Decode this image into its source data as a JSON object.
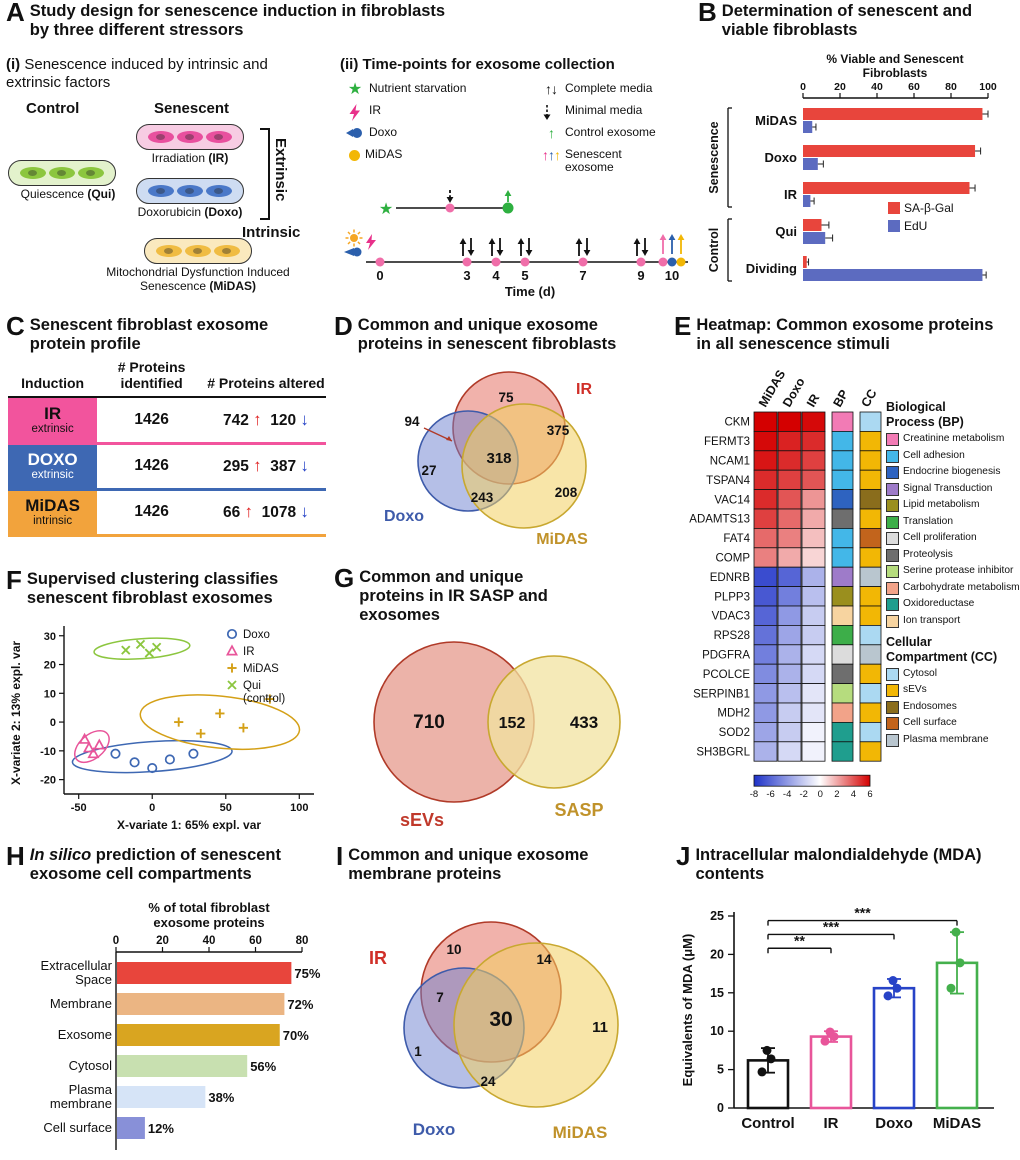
{
  "panelA": {
    "label": "A",
    "title": "Study design for senescence induction in fibroblasts by three different stressors",
    "sub_i": {
      "label": "(i)",
      "title": "Senescence induced by intrinsic and extrinsic factors",
      "col_control": "Control",
      "col_senescent": "Senescent",
      "conditions": [
        {
          "id": "ir",
          "name": "Irradiation",
          "abbr": "(IR)",
          "cell_color": "#E8509E",
          "bg": "#F7CCE3",
          "column": "senescent"
        },
        {
          "id": "qui",
          "name": "Quiescence",
          "abbr": "(Qui)",
          "cell_color": "#8CC63F",
          "bg": "#E3F2CC",
          "column": "control"
        },
        {
          "id": "doxo",
          "name": "Doxorubicin",
          "abbr": "(Doxo)",
          "cell_color": "#4A78C8",
          "bg": "#CEDCF2",
          "column": "senescent"
        },
        {
          "id": "midas",
          "name": "Mitochondrial Dysfunction Induced Senescence",
          "abbr": "(MiDAS)",
          "cell_color": "#F0BC42",
          "bg": "#FAE9BE",
          "column": "senescent"
        }
      ],
      "extrinsic_label": "Extrinsic",
      "intrinsic_label": "Intrinsic"
    },
    "sub_ii": {
      "label": "(ii)",
      "title": "Time-points for exosome collection",
      "legend_left": [
        {
          "icon": "star-icon",
          "label": "Nutrient starvation"
        },
        {
          "icon": "lightning-icon",
          "label": "IR"
        },
        {
          "icon": "doxo-icon",
          "label": "Doxo"
        },
        {
          "icon": "midas-icon",
          "label": "MiDAS"
        }
      ],
      "legend_right": [
        {
          "icon": "up-down-arrows-icon",
          "label": "Complete media"
        },
        {
          "icon": "dashed-down-arrow-icon",
          "label": "Minimal media"
        },
        {
          "icon": "green-up-arrow-icon",
          "label": "Control exosome"
        },
        {
          "icon": "colored-up-arrows-icon",
          "label": "Senescent exosome"
        }
      ],
      "tick_days": [
        "0",
        "3",
        "4",
        "5",
        "7",
        "9",
        "10"
      ],
      "axis_label": "Time (d)"
    }
  },
  "panelB": {
    "label": "B",
    "title": "Determination of senescent and viable fibroblasts"
  },
  "panelC": {
    "label": "C",
    "title": "Senescent fibroblast exosome protein profile",
    "headers": [
      "Induction",
      "# Proteins identified",
      "# Proteins altered"
    ],
    "rows": [
      {
        "name": "IR",
        "type": "extrinsic",
        "bg": "#F2549D",
        "text": "#111111",
        "identified": "1426",
        "up": "742",
        "down": "120"
      },
      {
        "name": "DOXO",
        "type": "extrinsic",
        "bg": "#3E68B3",
        "text": "#FFFFFF",
        "identified": "1426",
        "up": "295",
        "down": "387"
      },
      {
        "name": "MiDAS",
        "type": "intrinsic",
        "bg": "#F2A33C",
        "text": "#111111",
        "identified": "1426",
        "up": "66",
        "down": "1078"
      }
    ]
  },
  "panelD": {
    "label": "D",
    "title": "Common and unique exosome proteins in senescent fibroblasts"
  },
  "panelE": {
    "label": "E",
    "title": "Heatmap: Common exosome proteins in all senescence stimuli",
    "bp_title_lines": [
      "Biological",
      "Process (BP)"
    ],
    "cc_title_lines": [
      "Cellular",
      "Compartment (CC)"
    ]
  },
  "panelF": {
    "label": "F",
    "title": "Supervised clustering classifies senescent fibroblast exosomes"
  },
  "panelG": {
    "label": "G",
    "title": "Common and unique proteins in IR SASP and exosomes"
  },
  "panelH": {
    "label": "H",
    "title_italic": "In silico",
    "title_rest": " prediction of senescent exosome cell compartments"
  },
  "panelI": {
    "label": "I",
    "title": "Common and unique exosome membrane proteins"
  },
  "panelJ": {
    "label": "J",
    "title": "Intracellular malondialdehyde (MDA) contents"
  },
  "chart_data": [
    {
      "id": "B",
      "type": "bar",
      "orientation": "horizontal",
      "title_lines": [
        "% Viable and Senescent",
        "Fibroblasts"
      ],
      "categories": [
        "MiDAS",
        "Doxo",
        "IR",
        "Qui",
        "Dividing"
      ],
      "groups": [
        {
          "name": "Senescence",
          "rows": [
            0,
            2
          ]
        },
        {
          "name": "Control",
          "rows": [
            3,
            4
          ]
        }
      ],
      "series": [
        {
          "name": "SA-β-Gal",
          "color": "#E8453C",
          "values": [
            97,
            93,
            90,
            10,
            2
          ],
          "errors": [
            3,
            3,
            3,
            4,
            1
          ]
        },
        {
          "name": "EdU",
          "color": "#5C6BC0",
          "values": [
            5,
            8,
            4,
            12,
            97
          ],
          "errors": [
            2,
            3,
            2,
            4,
            2
          ]
        }
      ],
      "xlim": [
        0,
        100
      ],
      "xticks": [
        0,
        20,
        40,
        60,
        80,
        100
      ]
    },
    {
      "id": "D",
      "type": "venn3",
      "sets": [
        {
          "name": "IR",
          "color": "#E05545",
          "opacity": 0.45,
          "stroke": "#B03A28",
          "label_color": "#D02F28"
        },
        {
          "name": "Doxo",
          "color": "#6B7FD0",
          "opacity": 0.5,
          "stroke": "#3E5BAA",
          "label_color": "#3E5BAA"
        },
        {
          "name": "MiDAS",
          "color": "#F2D060",
          "opacity": 0.55,
          "stroke": "#C8A830",
          "label_color": "#C0922A"
        }
      ],
      "counts": {
        "ir": 75,
        "ir_doxo": 94,
        "ir_midas": 375,
        "center": 318,
        "doxo": 27,
        "doxo_midas": 243,
        "midas": 208
      }
    },
    {
      "id": "E",
      "type": "heatmap",
      "columns": [
        "MiDAS",
        "Doxo",
        "IR"
      ],
      "annotation_columns": [
        "BP",
        "CC"
      ],
      "rows": [
        {
          "gene": "CKM",
          "values": [
            6,
            6,
            5.8
          ],
          "bp": "Creatinine metabolism",
          "cc": "Cytosol"
        },
        {
          "gene": "FERMT3",
          "values": [
            5.8,
            5.2,
            5
          ],
          "bp": "Cell adhesion",
          "cc": "sEVs"
        },
        {
          "gene": "NCAM1",
          "values": [
            5.5,
            5,
            4.5
          ],
          "bp": "Cell adhesion",
          "cc": "sEVs"
        },
        {
          "gene": "TSPAN4",
          "values": [
            5,
            4.5,
            4
          ],
          "bp": "Cell adhesion",
          "cc": "sEVs"
        },
        {
          "gene": "VAC14",
          "values": [
            5,
            4,
            2.5
          ],
          "bp": "Endocrine biogenesis",
          "cc": "Endosomes"
        },
        {
          "gene": "ADAMTS13",
          "values": [
            4.5,
            3.5,
            2
          ],
          "bp": "Proteolysis",
          "cc": "sEVs"
        },
        {
          "gene": "FAT4",
          "values": [
            3.5,
            3,
            1.5
          ],
          "bp": "Cell adhesion",
          "cc": "Cell surface"
        },
        {
          "gene": "COMP",
          "values": [
            3,
            2,
            1
          ],
          "bp": "Cell adhesion",
          "cc": "sEVs"
        },
        {
          "gene": "EDNRB",
          "values": [
            -7,
            -6,
            -3
          ],
          "bp": "Signal Transduction",
          "cc": "Plasma membrane"
        },
        {
          "gene": "PLPP3",
          "values": [
            -6.5,
            -5,
            -2.5
          ],
          "bp": "Lipid metabolism",
          "cc": "sEVs"
        },
        {
          "gene": "VDAC3",
          "values": [
            -6,
            -4,
            -2
          ],
          "bp": "Ion transport",
          "cc": "sEVs"
        },
        {
          "gene": "RPS28",
          "values": [
            -5.5,
            -3.5,
            -2
          ],
          "bp": "Translation",
          "cc": "Cytosol"
        },
        {
          "gene": "PDGFRA",
          "values": [
            -5,
            -3,
            -1.5
          ],
          "bp": "Cell proliferation",
          "cc": "Plasma membrane"
        },
        {
          "gene": "PCOLCE",
          "values": [
            -4.5,
            -3,
            -1.5
          ],
          "bp": "Proteolysis",
          "cc": "sEVs"
        },
        {
          "gene": "SERPINB1",
          "values": [
            -4,
            -2.5,
            -1
          ],
          "bp": "Serine protease inhibitor",
          "cc": "Cytosol"
        },
        {
          "gene": "MDH2",
          "values": [
            -4,
            -2,
            -1
          ],
          "bp": "Carbohydrate metabolism",
          "cc": "sEVs"
        },
        {
          "gene": "SOD2",
          "values": [
            -3.5,
            -2,
            -0.5
          ],
          "bp": "Oxidoreductase",
          "cc": "Cytosol"
        },
        {
          "gene": "SH3BGRL",
          "values": [
            -3,
            -1.5,
            -0.5
          ],
          "bp": "Oxidoreductase",
          "cc": "sEVs"
        }
      ],
      "scale": {
        "min": -8,
        "max": 6,
        "ticks": [
          -8,
          -6,
          -4,
          -2,
          0,
          2,
          4,
          6
        ]
      },
      "bp_categories": [
        {
          "name": "Creatinine metabolism",
          "color": "#F27BB5"
        },
        {
          "name": "Cell adhesion",
          "color": "#43B7E8"
        },
        {
          "name": "Endocrine biogenesis",
          "color": "#2E63C0"
        },
        {
          "name": "Signal Transduction",
          "color": "#9E7BC9"
        },
        {
          "name": "Lipid metabolism",
          "color": "#9A8F1E"
        },
        {
          "name": "Translation",
          "color": "#3DAE49"
        },
        {
          "name": "Cell proliferation",
          "color": "#DCDCDC"
        },
        {
          "name": "Proteolysis",
          "color": "#6E6E6E"
        },
        {
          "name": "Serine protease inhibitor",
          "color": "#B6DC7E"
        },
        {
          "name": "Carbohydrate metabolism",
          "color": "#F2A389"
        },
        {
          "name": "Oxidoreductase",
          "color": "#1F9E8E"
        },
        {
          "name": "Ion transport",
          "color": "#F7D4A0"
        }
      ],
      "cc_categories": [
        {
          "name": "Cytosol",
          "color": "#ABD9F2"
        },
        {
          "name": "sEVs",
          "color": "#F2B705"
        },
        {
          "name": "Endosomes",
          "color": "#8A6D1C"
        },
        {
          "name": "Cell surface",
          "color": "#C2641C"
        },
        {
          "name": "Plasma membrane",
          "color": "#B9C6CF"
        }
      ]
    },
    {
      "id": "F",
      "type": "scatter",
      "xlabel": "X-variate 1: 65% expl. var",
      "ylabel": "X-variate 2: 13% expl. var",
      "xlim": [
        -60,
        110
      ],
      "ylim": [
        -25,
        32
      ],
      "xticks": [
        -50,
        0,
        50,
        100
      ],
      "yticks": [
        -20,
        -10,
        0,
        10,
        20,
        30
      ],
      "series": [
        {
          "name": "Doxo",
          "legend_lines": [
            "Doxo"
          ],
          "marker": "circle",
          "color": "#3E68B3",
          "points": [
            [
              -25,
              -11
            ],
            [
              -12,
              -14
            ],
            [
              0,
              -16
            ],
            [
              12,
              -13
            ],
            [
              28,
              -11
            ]
          ],
          "ellipse": {
            "cx": 0,
            "cy": -12,
            "rx": 80,
            "ry": 15,
            "angle": -4
          }
        },
        {
          "name": "IR",
          "legend_lines": [
            "IR"
          ],
          "marker": "triangle",
          "color": "#E8559A",
          "points": [
            [
              -46,
              -6
            ],
            [
              -43,
              -9
            ],
            [
              -40,
              -11
            ],
            [
              -36,
              -8
            ]
          ],
          "ellipse": {
            "cx": -41,
            "cy": -8.5,
            "rx": 20,
            "ry": 12,
            "angle": -40
          }
        },
        {
          "name": "MiDAS",
          "legend_lines": [
            "MiDAS"
          ],
          "marker": "plus",
          "color": "#D4A017",
          "points": [
            [
              18,
              0
            ],
            [
              33,
              -4
            ],
            [
              46,
              3
            ],
            [
              62,
              -2
            ],
            [
              80,
              8
            ]
          ],
          "ellipse": {
            "cx": 46,
            "cy": 0,
            "rx": 80,
            "ry": 26,
            "angle": 6
          }
        },
        {
          "name": "Qui (control)",
          "legend_lines": [
            "Qui",
            "(control)"
          ],
          "marker": "x",
          "color": "#8CC63F",
          "points": [
            [
              -18,
              25
            ],
            [
              -8,
              27
            ],
            [
              -2,
              24
            ],
            [
              3,
              26
            ]
          ],
          "ellipse": {
            "cx": -7,
            "cy": 25.5,
            "rx": 48,
            "ry": 10,
            "angle": -4
          }
        }
      ]
    },
    {
      "id": "G",
      "type": "venn2",
      "sets": [
        {
          "name": "sEVs",
          "color": "#E08070",
          "opacity": 0.6,
          "stroke": "#B03A28",
          "label_color": "#C0392B"
        },
        {
          "name": "SASP",
          "color": "#F2E3A0",
          "opacity": 0.75,
          "stroke": "#C8A830",
          "label_color": "#C0922A"
        }
      ],
      "counts": {
        "left": 710,
        "overlap": 152,
        "right": 433
      }
    },
    {
      "id": "H",
      "type": "bar",
      "orientation": "horizontal",
      "title_lines": [
        "% of total  fibroblast",
        "exosome proteins"
      ],
      "categories": [
        "Extracellular\nSpace",
        "Membrane",
        "Exosome",
        "Cytosol",
        "Plasma\nmembrane",
        "Cell surface"
      ],
      "values": [
        75,
        72,
        70,
        56,
        38,
        12
      ],
      "value_labels": [
        "75%",
        "72%",
        "70%",
        "56%",
        "38%",
        "12%"
      ],
      "colors": [
        "#E8453C",
        "#EBB583",
        "#D9A520",
        "#C8E0B0",
        "#D6E4F7",
        "#8890D8"
      ],
      "xlim": [
        0,
        80
      ],
      "xticks": [
        0,
        20,
        40,
        60,
        80
      ]
    },
    {
      "id": "I",
      "type": "venn3",
      "sets": [
        {
          "name": "IR",
          "color": "#E05545",
          "opacity": 0.45,
          "stroke": "#B03A28",
          "label_color": "#D02F28"
        },
        {
          "name": "Doxo",
          "color": "#6B7FD0",
          "opacity": 0.5,
          "stroke": "#3E5BAA",
          "label_color": "#3E5BAA"
        },
        {
          "name": "MiDAS",
          "color": "#F2D060",
          "opacity": 0.55,
          "stroke": "#C8A830",
          "label_color": "#C0922A"
        }
      ],
      "counts": {
        "ir": 10,
        "ir_doxo": 7,
        "ir_midas": 14,
        "center": 30,
        "doxo": 1,
        "doxo_midas": 24,
        "midas": 11
      }
    },
    {
      "id": "J",
      "type": "bar",
      "orientation": "vertical",
      "ylabel": "Equivalents of MDA (μM)",
      "categories": [
        "Control",
        "IR",
        "Doxo",
        "MiDAS"
      ],
      "values": [
        6.2,
        9.3,
        15.6,
        18.9
      ],
      "errors": [
        1.6,
        0.7,
        1.2,
        4.0
      ],
      "bar_colors": [
        "#111111",
        "#E8559A",
        "#2743C7",
        "#44B04C"
      ],
      "points": [
        [
          4.7,
          6.4,
          7.5
        ],
        [
          8.7,
          9.3,
          9.9
        ],
        [
          14.6,
          15.6,
          16.6
        ],
        [
          15.6,
          18.9,
          22.9
        ]
      ],
      "ylim": [
        0,
        25
      ],
      "yticks": [
        0,
        5,
        10,
        15,
        20,
        25
      ],
      "significance": [
        {
          "from": 0,
          "to": 1,
          "label": "**",
          "y": 20.8
        },
        {
          "from": 0,
          "to": 2,
          "label": "***",
          "y": 22.6
        },
        {
          "from": 0,
          "to": 3,
          "label": "***",
          "y": 24.4
        }
      ]
    }
  ]
}
